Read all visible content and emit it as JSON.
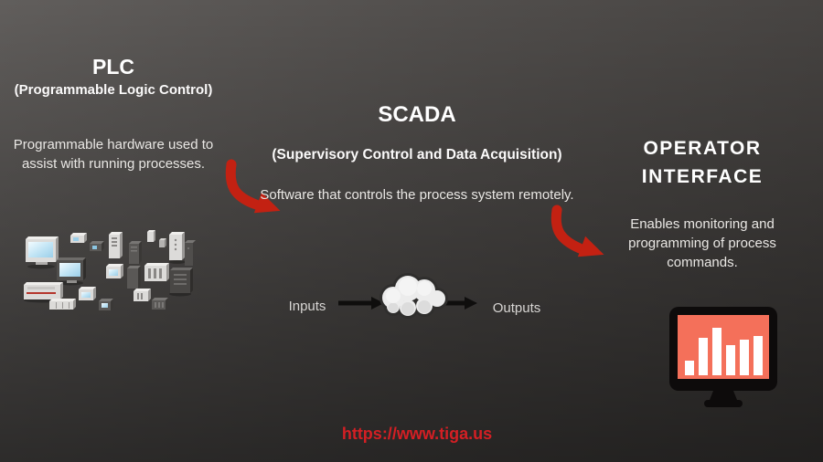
{
  "colors": {
    "accent_red": "#c32112",
    "url_red": "#d41f24",
    "screen_salmon": "#f4705a"
  },
  "plc": {
    "title": "PLC",
    "subtitle": "(Programmable Logic Control)",
    "description": "Programmable hardware used to assist with running processes."
  },
  "scada": {
    "title": "SCADA",
    "subtitle": "(Supervisory Control and Data Acquisition)",
    "description": "Software that controls the process system remotely."
  },
  "operator": {
    "title": "OPERATOR INTERFACE",
    "description": "Enables monitoring and programming of process commands."
  },
  "flow": {
    "input_label": "Inputs",
    "output_label": "Outputs"
  },
  "footer": {
    "url": "https://www.tiga.us"
  },
  "icons": {
    "plc_hardware": "plc-hardware-cluster-illustration",
    "cloud": "cloud-icon",
    "monitor_chart": "monitor-bar-chart-icon",
    "arrow_plc_to_scada": "curved-arrow-icon",
    "arrow_scada_to_operator": "curved-arrow-icon",
    "monitor_bars": [
      16,
      41,
      52,
      33,
      39,
      43
    ]
  }
}
